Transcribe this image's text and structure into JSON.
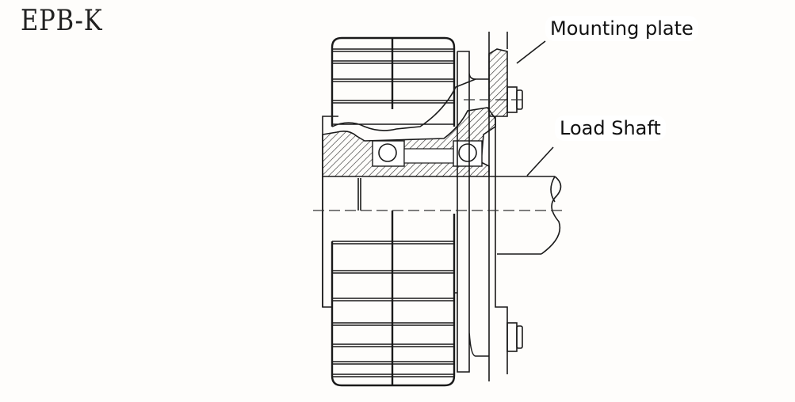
{
  "title": "EPB-K",
  "labels": {
    "mounting_plate": "Mounting plate",
    "load_shaft": "Load Shaft"
  }
}
